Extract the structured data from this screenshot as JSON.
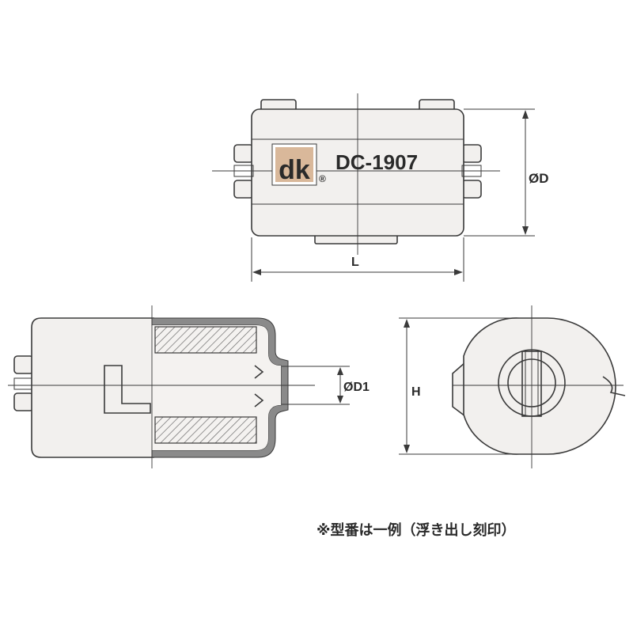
{
  "model_number": "DC-1907",
  "brand_mark": "dk",
  "registered_symbol": "®",
  "dimensions": {
    "outer_diameter": "ØD",
    "length": "L",
    "inner_diameter": "ØD1",
    "height": "H"
  },
  "note": "※型番は一例（浮き出し刻印）"
}
